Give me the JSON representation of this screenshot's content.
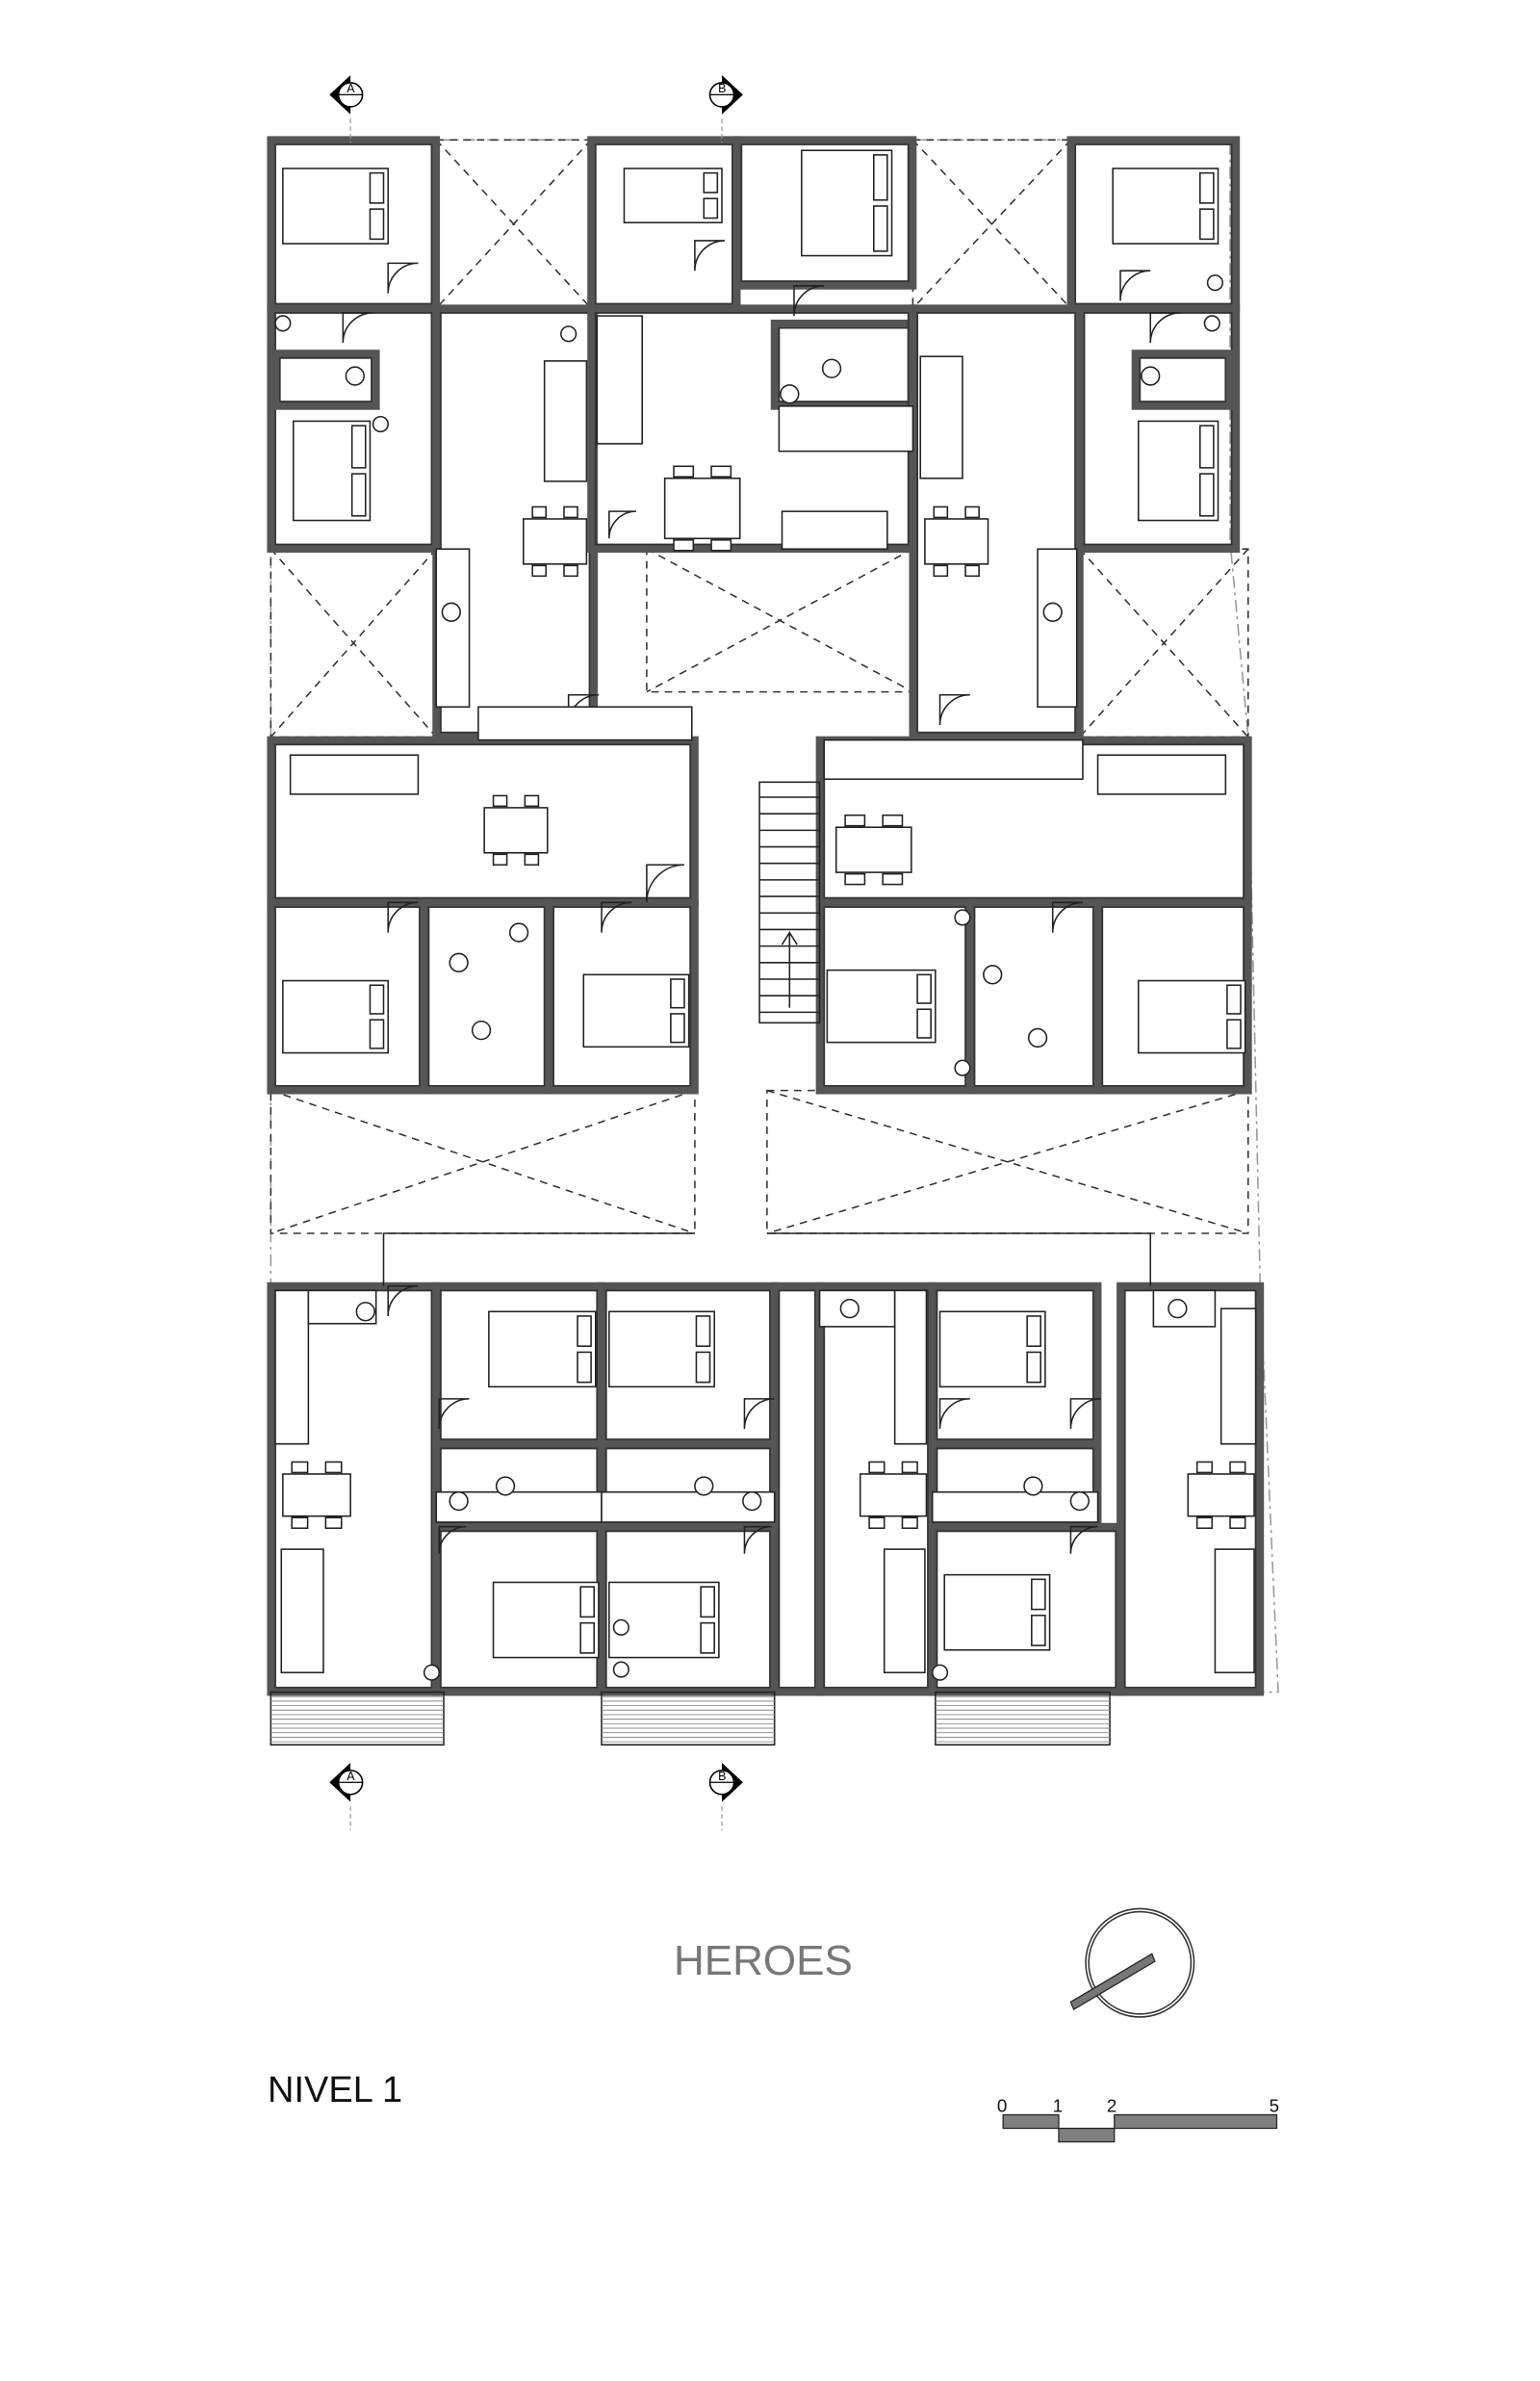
{
  "drawing": {
    "street_name": "HEROES",
    "level_label": "NIVEL 1"
  },
  "section_markers": [
    {
      "label": "A",
      "position": "top-left"
    },
    {
      "label": "B",
      "position": "top-center"
    },
    {
      "label": "A",
      "position": "bottom-left"
    },
    {
      "label": "B",
      "position": "bottom-center"
    }
  ],
  "scale_bar": {
    "ticks": [
      "0",
      "1",
      "2",
      "5"
    ],
    "unit_max": 5
  },
  "colors": {
    "wall": "#555555",
    "line": "#222222",
    "scale_fill": "#7f7f7f"
  }
}
